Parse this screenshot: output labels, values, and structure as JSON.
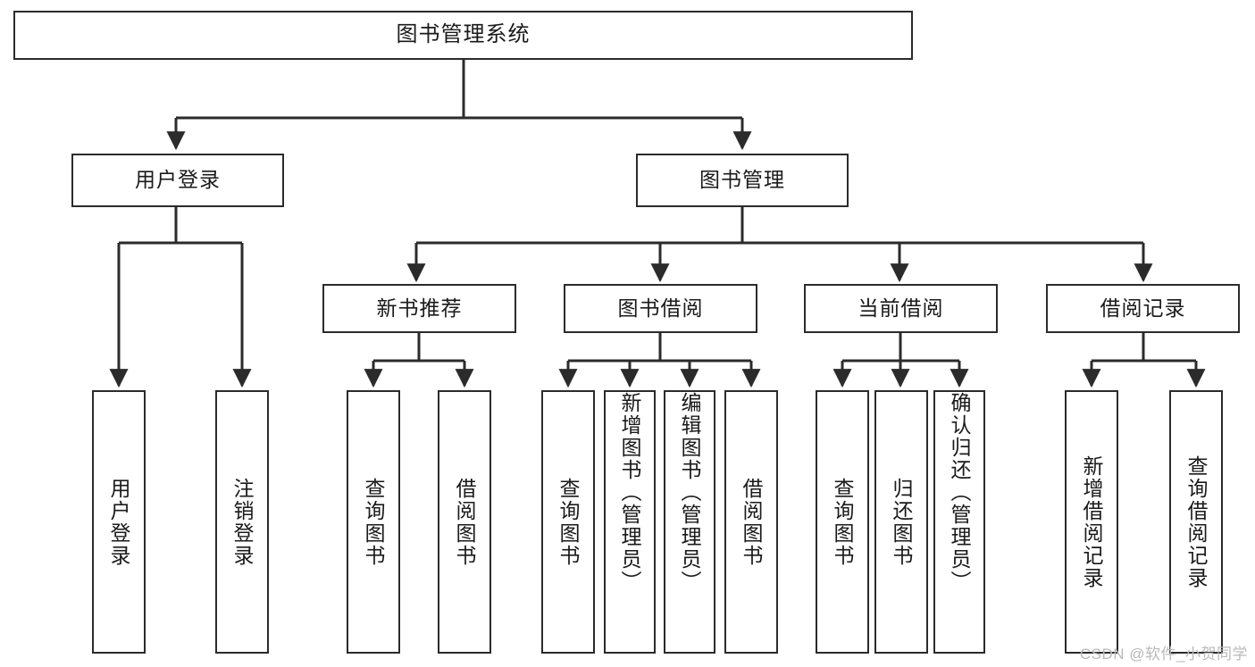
{
  "diagram": {
    "title": "图书管理系统",
    "type": "tree",
    "watermark": "CSDN @软件_小贺同学",
    "colors": {
      "node_border": "#2b2b2b",
      "node_fill": "#ffffff",
      "edge": "#2b2b2b",
      "text": "#1a1a1a",
      "watermark": "#b9b9b9",
      "background": "#ffffff"
    },
    "nodes": {
      "root": {
        "label": "图书管理系统"
      },
      "level2": [
        {
          "id": "user-login",
          "label": "用户登录"
        },
        {
          "id": "book-manage",
          "label": "图书管理"
        }
      ],
      "level3": [
        {
          "id": "new-book-recommend",
          "label": "新书推荐"
        },
        {
          "id": "book-borrow",
          "label": "图书借阅"
        },
        {
          "id": "current-borrow",
          "label": "当前借阅"
        },
        {
          "id": "borrow-record",
          "label": "借阅记录"
        }
      ],
      "leaves": {
        "user_login": [
          {
            "id": "leaf-user-login",
            "label": "用户登录"
          },
          {
            "id": "leaf-logout",
            "label": "注销登录"
          }
        ],
        "new_book_recommend": [
          {
            "id": "leaf-query-book-1",
            "label": "查询图书"
          },
          {
            "id": "leaf-borrow-book-1",
            "label": "借阅图书"
          }
        ],
        "book_borrow": [
          {
            "id": "leaf-query-book-2",
            "label": "查询图书"
          },
          {
            "id": "leaf-add-book",
            "label": "新增图书（管理员）"
          },
          {
            "id": "leaf-edit-book",
            "label": "编辑图书（管理员）"
          },
          {
            "id": "leaf-borrow-book-2",
            "label": "借阅图书"
          }
        ],
        "current_borrow": [
          {
            "id": "leaf-query-book-3",
            "label": "查询图书"
          },
          {
            "id": "leaf-return-book",
            "label": "归还图书"
          },
          {
            "id": "leaf-confirm-return",
            "label": "确认归还（管理员）"
          }
        ],
        "borrow_record": [
          {
            "id": "leaf-add-record",
            "label": "新增借阅记录"
          },
          {
            "id": "leaf-query-record",
            "label": "查询借阅记录"
          }
        ]
      }
    }
  }
}
